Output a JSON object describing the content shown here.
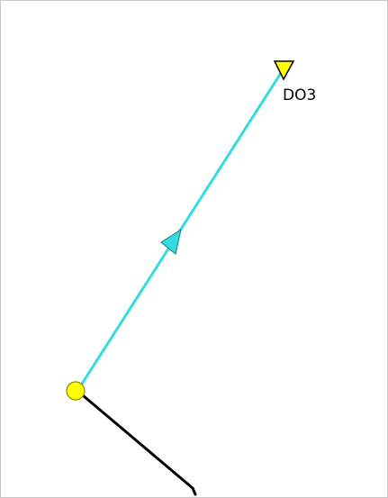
{
  "canvas": {
    "background": "#ffffff",
    "border_color": "#c8c8c8"
  },
  "nodes": [
    {
      "id": "do3",
      "label": "DO3",
      "symbol": "outlet-triangle-icon",
      "fill": "#ffff00"
    },
    {
      "id": "junction",
      "label": "",
      "symbol": "junction-circle-icon",
      "fill": "#ffff00"
    }
  ],
  "links": [
    {
      "id": "link-cyan",
      "color": "#33dddd",
      "flow_arrow": "flow-direction-arrow-icon"
    },
    {
      "id": "link-black",
      "color": "#000000"
    }
  ]
}
